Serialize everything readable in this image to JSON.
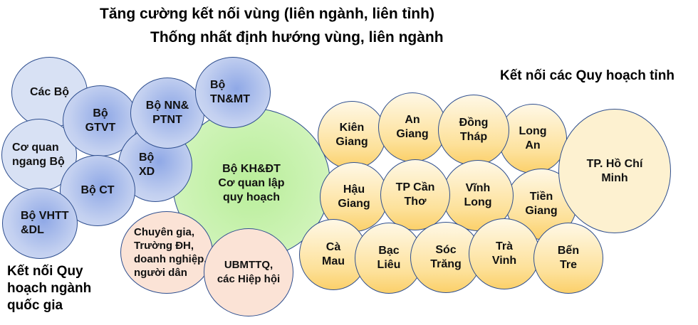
{
  "titles": {
    "line1": "Tăng cường kết nối vùng (liên ngành, liên tỉnh)",
    "line2": "Thống nhất định hướng vùng, liên ngành",
    "provinces_heading": "Kết nối các Quy hoạch tỉnh",
    "sectoral_heading": "Kết nối Quy hoạch ngành\nquốc gia"
  },
  "ministries": {
    "cac_bo": "Các Bộ",
    "gtvt": "Bộ\nGTVT",
    "co_quan_ngang_bo": "Cơ quan\nngang Bộ",
    "nn_ptnt": "Bộ NN&\nPTNT",
    "tn_mt": "Bộ\nTN&MT",
    "xd": "Bộ\nXD",
    "ct": "Bộ CT",
    "vhtt_dl": "Bộ VHTT\n&DL"
  },
  "center": {
    "kh_dt": "Bộ KH&ĐT\nCơ quan lập\nquy hoạch"
  },
  "stakeholders": {
    "experts": "Chuyên gia,\nTrường ĐH,\ndoanh nghiệp,\nngười dân",
    "ubmttq": "UBMTTQ,\ncác Hiệp hội"
  },
  "provinces": {
    "kien_giang": "Kiên\nGiang",
    "an_giang": "An\nGiang",
    "dong_thap": "Đồng\nTháp",
    "long_an": "Long\nAn",
    "hcm": "TP. Hồ Chí\nMinh",
    "hau_giang": "Hậu\nGiang",
    "can_tho": "TP Cần\nThơ",
    "vinh_long": "Vĩnh\nLong",
    "tien_giang": "Tiền\nGiang",
    "ca_mau": "Cà\nMau",
    "bac_lieu": "Bạc\nLiêu",
    "soc_trang": "Sóc\nTrăng",
    "tra_vinh": "Trà\nVinh",
    "ben_tre": "Bến\nTre"
  }
}
